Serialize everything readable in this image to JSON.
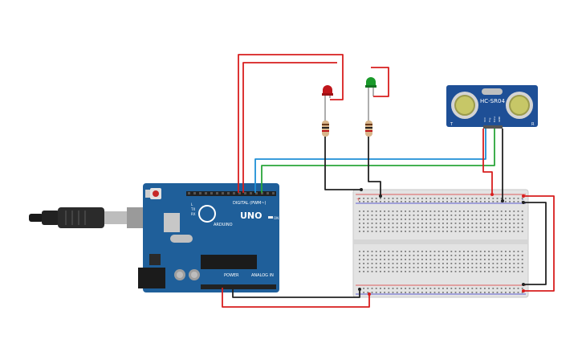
{
  "arduino": {
    "brand": "UNO",
    "maker": "ARDUINO",
    "digital_header": "DIGITAL (PWM~)",
    "power_header": "POWER",
    "analog_header": "ANALOG IN",
    "tx_label": "TX",
    "rx_label": "RX",
    "l_label": "L",
    "on_label": "ON",
    "body_color": "#1f5f9a"
  },
  "sensor": {
    "model": "HC-SR04",
    "left_mark": "T",
    "right_mark": "R",
    "pin_labels": [
      "VCC",
      "Trig",
      "Echo",
      "GND"
    ],
    "body_color": "#1e4f96"
  },
  "leds": [
    {
      "name": "red-led",
      "color": "#c0161b"
    },
    {
      "name": "green-led",
      "color": "#1a9a2a"
    }
  ],
  "breadboard": {
    "plus_mark": "+",
    "minus_mark": "-"
  },
  "wires": {
    "red": "#d81e1e",
    "black": "#222222",
    "blue": "#1e8fd6",
    "green": "#2aa63a"
  },
  "usb_icon": "usb-cable-icon"
}
